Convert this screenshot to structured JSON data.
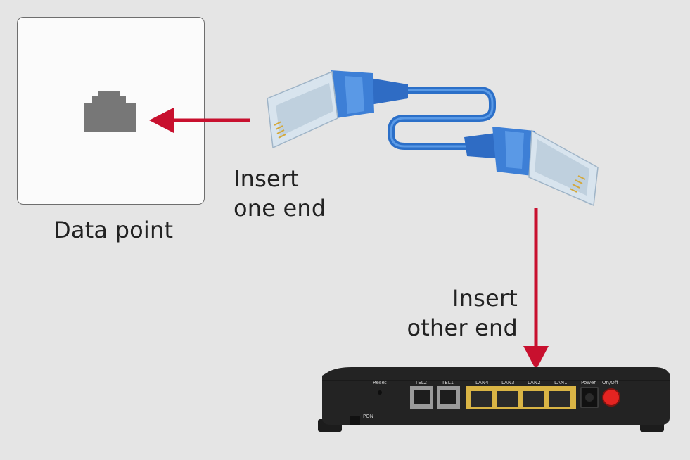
{
  "labels": {
    "data_point": "Data point",
    "insert_one_end_line1": "Insert",
    "insert_one_end_line2": "one end",
    "insert_other_end_line1": "Insert",
    "insert_other_end_line2": "other end"
  },
  "router_ports": {
    "reset": "Reset",
    "tel2": "TEL2",
    "tel1": "TEL1",
    "lan4": "LAN4",
    "lan3": "LAN3",
    "lan2": "LAN2",
    "lan1": "LAN1",
    "power": "Power",
    "on_off": "On/Off",
    "pon": "PON"
  },
  "colors": {
    "background": "#e5e5e5",
    "arrow": "#c8102e",
    "cable": "#3b7fd4",
    "lan_port": "#d9b445",
    "router_body": "#252525",
    "power_button": "#e52421"
  }
}
